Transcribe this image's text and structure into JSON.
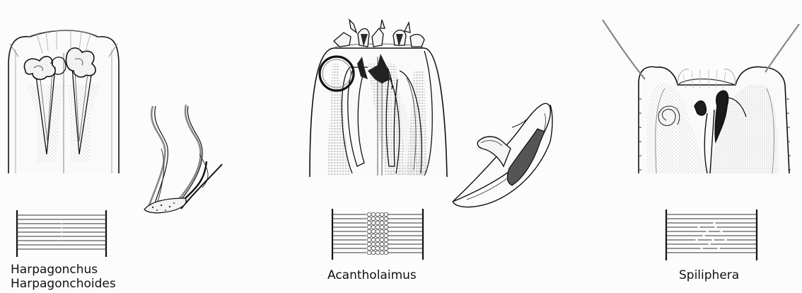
{
  "taxa": [
    {
      "id": "harpagonchus",
      "label": "Harpagonchus",
      "label2": "Harpagonchoides"
    },
    {
      "id": "acantholaimus",
      "label": "Acantholaimus"
    },
    {
      "id": "spiliphera",
      "label": "Spiliphera"
    }
  ],
  "colors": {
    "line": "#111111",
    "tooth_dark": "#2a2a2a",
    "tooth_mid": "#555555",
    "grey": "#8a8a8a",
    "background": "#fcfcfc"
  }
}
